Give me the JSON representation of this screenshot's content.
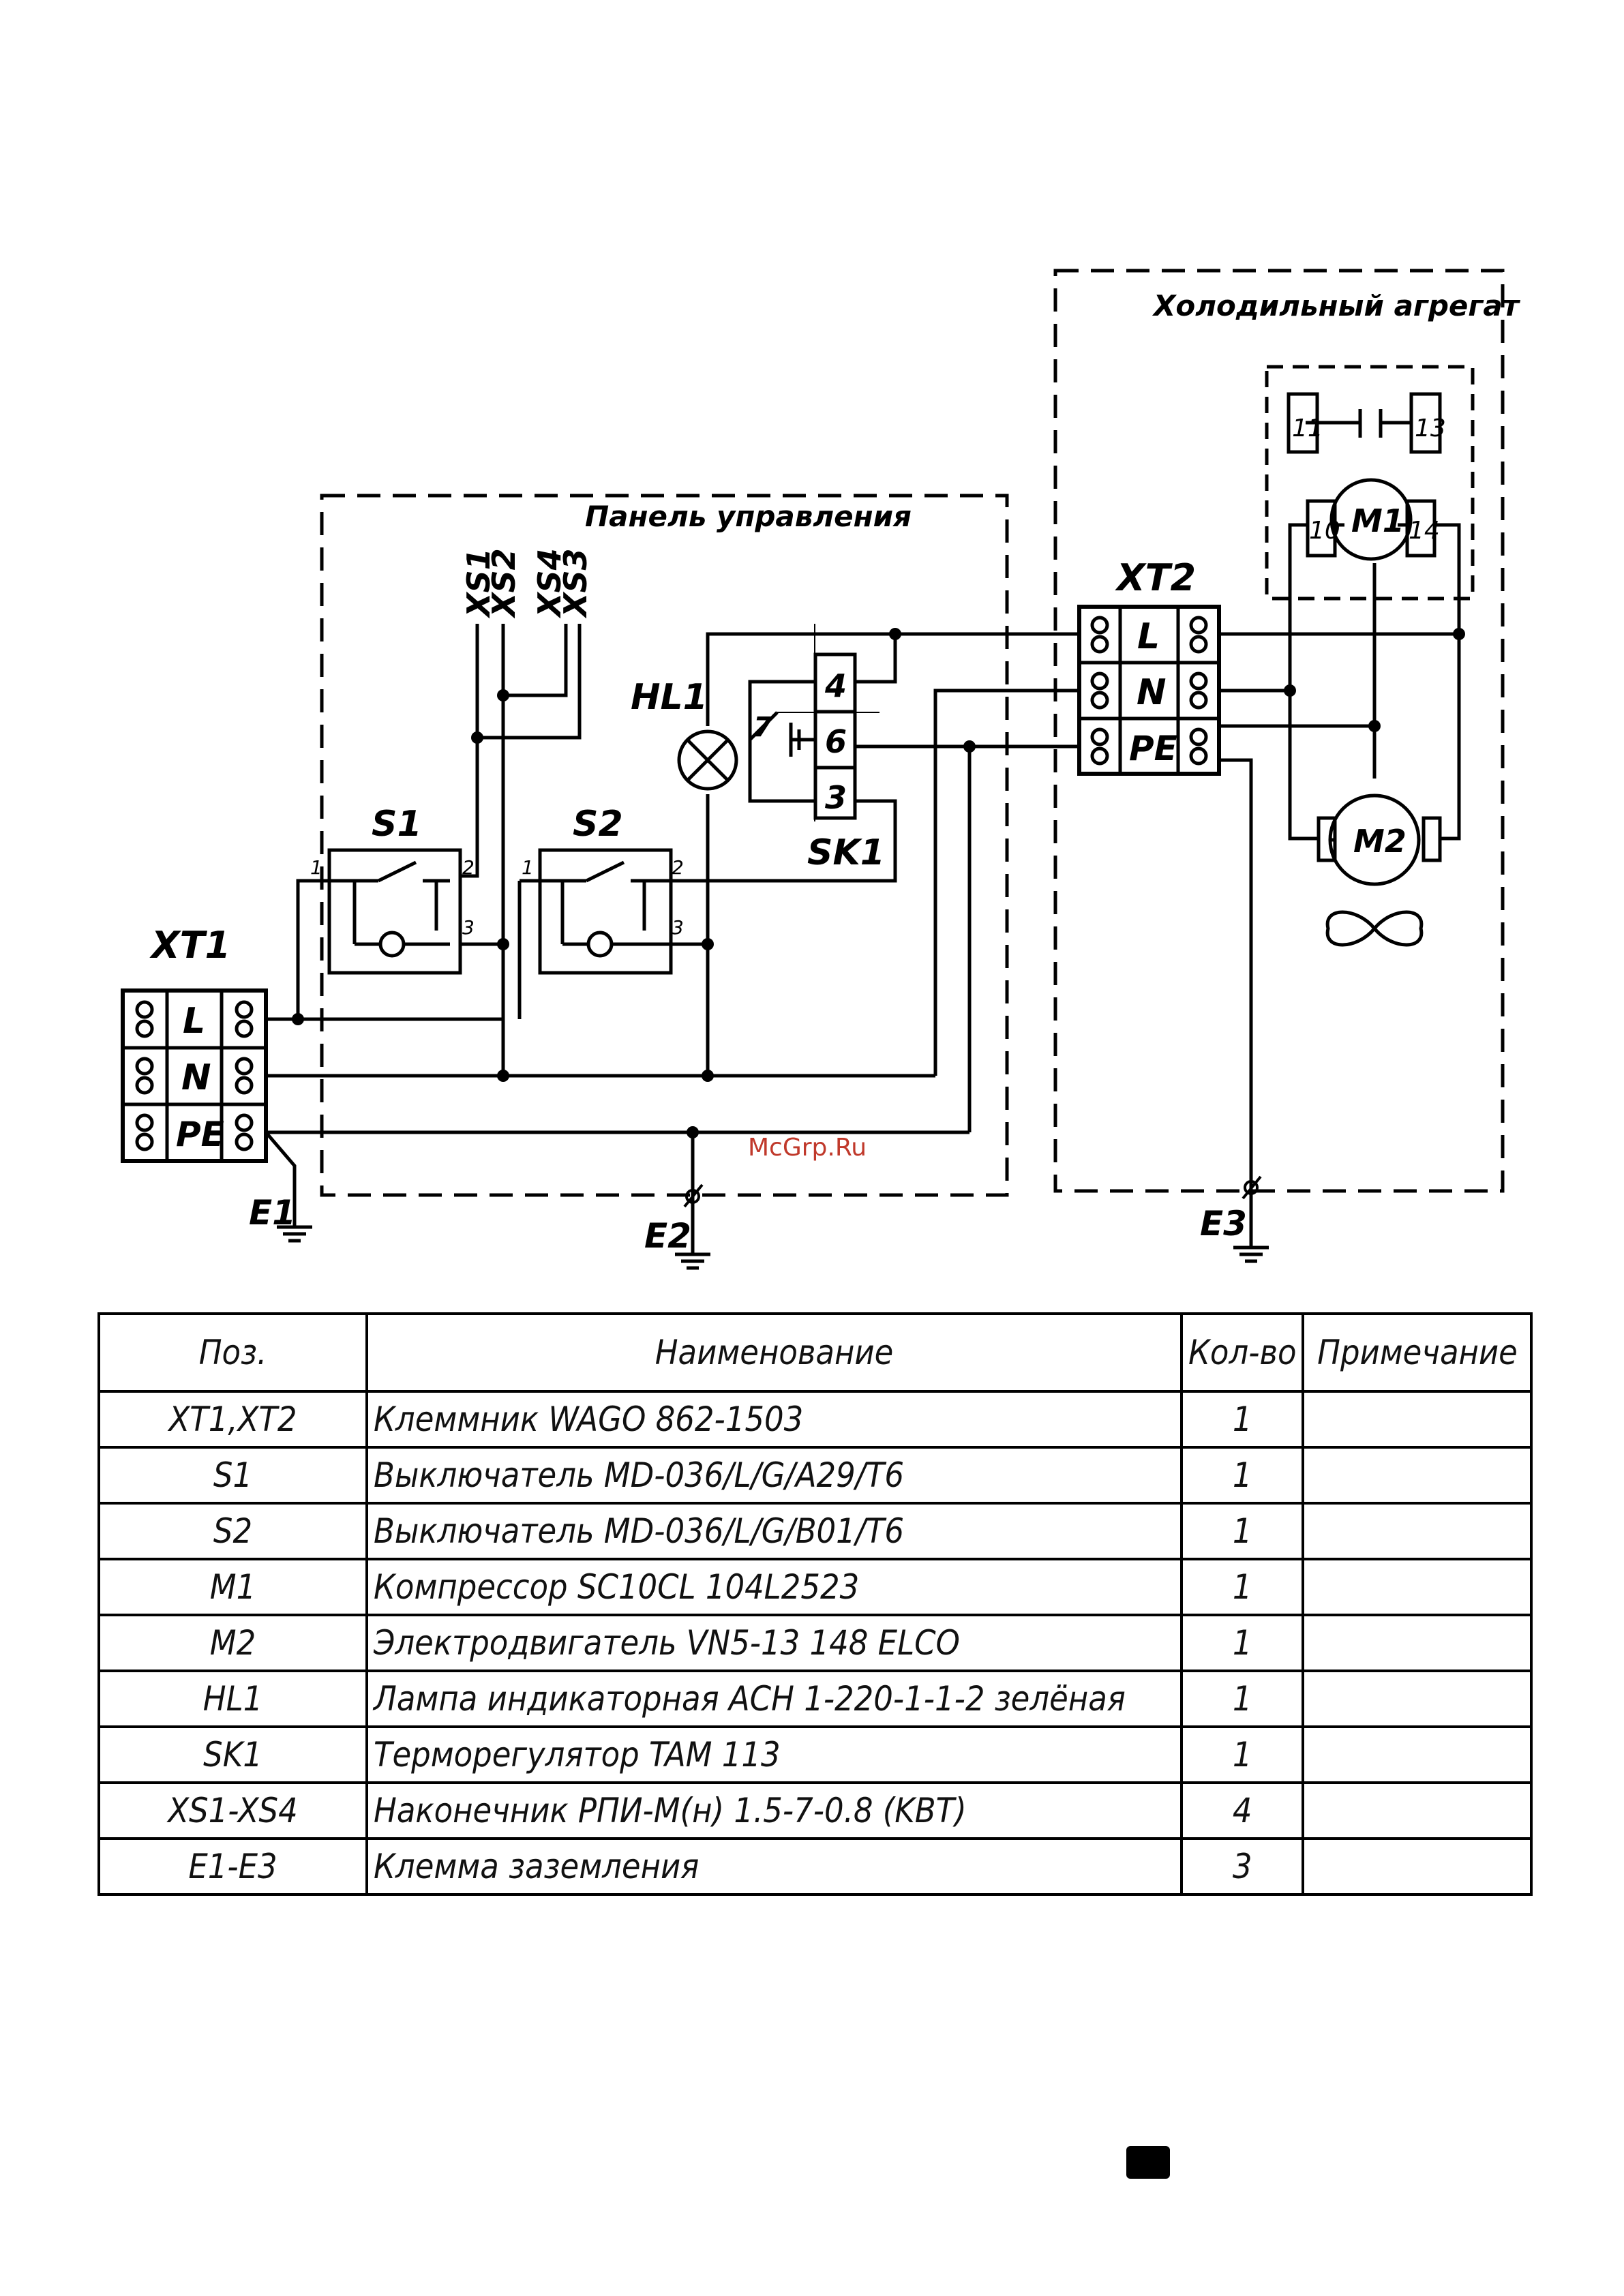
{
  "diagram": {
    "panel_title": "Панель управления",
    "unit_title": "Холодильный агрегат",
    "watermark": "McGrp.Ru",
    "terminals": {
      "xt1": "XT1",
      "xt2": "XT2",
      "rows": [
        "L",
        "N",
        "PE"
      ]
    },
    "connectors": [
      "XS1",
      "XS2",
      "XS4",
      "XS3"
    ],
    "components": {
      "s1": "S1",
      "s2": "S2",
      "hl1": "HL1",
      "sk1": "SK1",
      "m1": "M1",
      "m2": "M2",
      "e1": "E1",
      "e2": "E2",
      "e3": "E3"
    },
    "pins": {
      "switch": [
        "1",
        "2",
        "3"
      ],
      "sk1": [
        "4",
        "6",
        "3"
      ],
      "sk1_side": "7",
      "compressor": [
        "11",
        "13",
        "10",
        "14"
      ]
    }
  },
  "table": {
    "headers": [
      "Поз.",
      "Наименование",
      "Кол-во",
      "Примечание"
    ],
    "rows": [
      {
        "pos": "XT1,XT2",
        "name": "Клеммник WAGO 862-1503",
        "qty": "1",
        "note": ""
      },
      {
        "pos": "S1",
        "name": "Выключатель MD-036/L/G/A29/T6",
        "qty": "1",
        "note": ""
      },
      {
        "pos": "S2",
        "name": "Выключатель MD-036/L/G/B01/T6",
        "qty": "1",
        "note": ""
      },
      {
        "pos": "M1",
        "name": "Компрессор SC10CL 104L2523",
        "qty": "1",
        "note": ""
      },
      {
        "pos": "M2",
        "name": "Электродвигатель VN5-13 148 ELCO",
        "qty": "1",
        "note": ""
      },
      {
        "pos": "HL1",
        "name": "Лампа  индикаторная ACH 1-220-1-1-2 зелёная",
        "qty": "1",
        "note": ""
      },
      {
        "pos": "SK1",
        "name": "Терморегулятор TAM 113",
        "qty": "1",
        "note": ""
      },
      {
        "pos": "XS1-XS4",
        "name": "Наконечник РПИ-М(н) 1.5-7-0.8 (KBT)",
        "qty": "4",
        "note": ""
      },
      {
        "pos": "E1-E3",
        "name": "Клемма заземления",
        "qty": "3",
        "note": ""
      }
    ]
  }
}
